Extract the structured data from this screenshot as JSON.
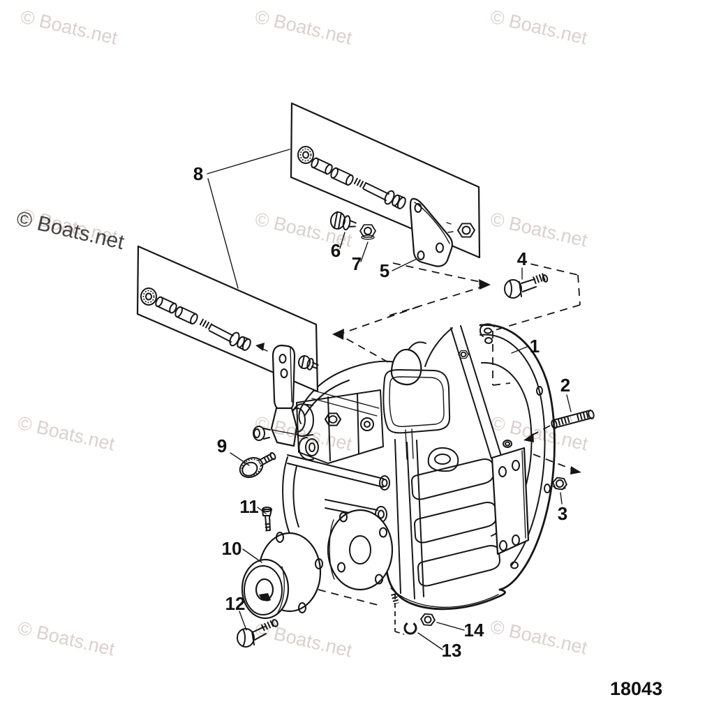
{
  "watermark": {
    "text": "© Boats.net",
    "light_color": "#dccfcf",
    "dark_color": "#454545"
  },
  "drawing_number": "18043",
  "callout_labels": [
    "1",
    "2",
    "3",
    "4",
    "5",
    "6",
    "7",
    "8",
    "9",
    "10",
    "11",
    "12",
    "13",
    "14"
  ]
}
